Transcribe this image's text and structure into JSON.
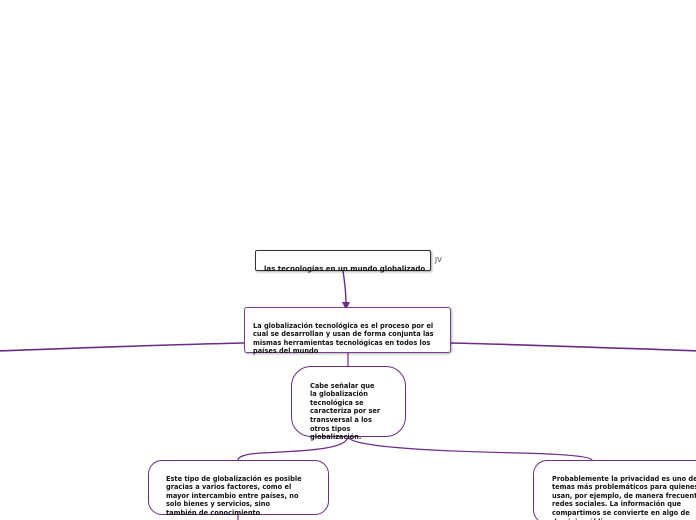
{
  "map": {
    "title": "las tecnologias en un mundo globalizado",
    "title_tag": "JV",
    "main_topic": "La globalización tecnológica es el proceso por el\ncual se desarrollan y usan de forma conjunta las\nmismas herramientas tecnológicas en todos los\npaíses del mundo",
    "subtopic": "Cabe señalar que\nla globalización\ntecnológica se\ncaracteriza por ser\ntransversal a los\notros tipos\nglobalización.",
    "left_topic": "Este tipo de globalización es posible\ngracias a varios factores, como el\nmayor intercambio entre países, no\nsolo bienes y servicios, sino\ntambién de conocimiento",
    "right_topic": "Probablemente la privacidad es uno de los\ntemas más problemáticos para quienes\nusan, por ejemplo, de manera frecuente\nredes sociales. La información que\ncompartimos se convierte en algo de\ndominio público."
  },
  "colors": {
    "connector": "#6a2c86",
    "title_border": "#333333",
    "node_border": "#6a2c86",
    "background": "#ffffff"
  }
}
